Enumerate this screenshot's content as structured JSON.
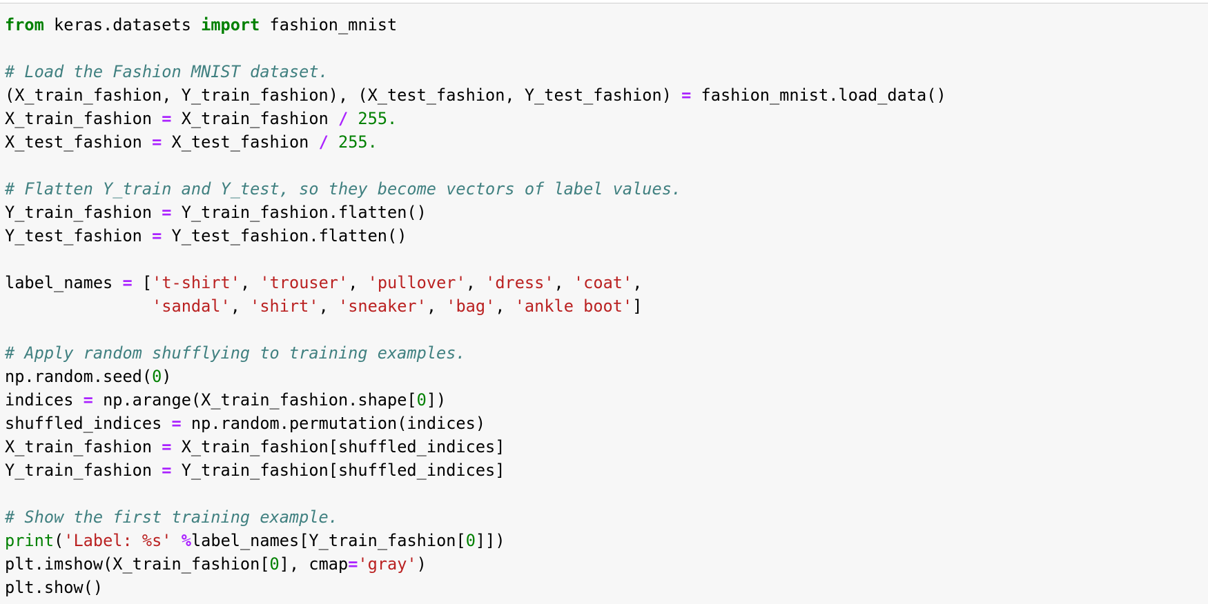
{
  "cell": {
    "lines": [
      [
        {
          "t": "from",
          "k": "keyword"
        },
        {
          "t": " keras.datasets ",
          "k": "plain"
        },
        {
          "t": "import",
          "k": "keyword"
        },
        {
          "t": " fashion_mnist",
          "k": "plain"
        }
      ],
      [],
      [
        {
          "t": "# Load the Fashion MNIST dataset.",
          "k": "comment"
        }
      ],
      [
        {
          "t": "(X_train_fashion, Y_train_fashion), (X_test_fashion, Y_test_fashion) ",
          "k": "plain"
        },
        {
          "t": "=",
          "k": "operator"
        },
        {
          "t": " fashion_mnist.load_data()",
          "k": "plain"
        }
      ],
      [
        {
          "t": "X_train_fashion ",
          "k": "plain"
        },
        {
          "t": "=",
          "k": "operator"
        },
        {
          "t": " X_train_fashion ",
          "k": "plain"
        },
        {
          "t": "/",
          "k": "operator"
        },
        {
          "t": " ",
          "k": "plain"
        },
        {
          "t": "255.",
          "k": "number"
        }
      ],
      [
        {
          "t": "X_test_fashion ",
          "k": "plain"
        },
        {
          "t": "=",
          "k": "operator"
        },
        {
          "t": " X_test_fashion ",
          "k": "plain"
        },
        {
          "t": "/",
          "k": "operator"
        },
        {
          "t": " ",
          "k": "plain"
        },
        {
          "t": "255.",
          "k": "number"
        }
      ],
      [],
      [
        {
          "t": "# Flatten Y_train and Y_test, so they become vectors of label values.",
          "k": "comment"
        }
      ],
      [
        {
          "t": "Y_train_fashion ",
          "k": "plain"
        },
        {
          "t": "=",
          "k": "operator"
        },
        {
          "t": " Y_train_fashion.flatten()",
          "k": "plain"
        }
      ],
      [
        {
          "t": "Y_test_fashion ",
          "k": "plain"
        },
        {
          "t": "=",
          "k": "operator"
        },
        {
          "t": " Y_test_fashion.flatten()",
          "k": "plain"
        }
      ],
      [],
      [
        {
          "t": "label_names ",
          "k": "plain"
        },
        {
          "t": "=",
          "k": "operator"
        },
        {
          "t": " [",
          "k": "plain"
        },
        {
          "t": "'t-shirt'",
          "k": "string"
        },
        {
          "t": ", ",
          "k": "plain"
        },
        {
          "t": "'trouser'",
          "k": "string"
        },
        {
          "t": ", ",
          "k": "plain"
        },
        {
          "t": "'pullover'",
          "k": "string"
        },
        {
          "t": ", ",
          "k": "plain"
        },
        {
          "t": "'dress'",
          "k": "string"
        },
        {
          "t": ", ",
          "k": "plain"
        },
        {
          "t": "'coat'",
          "k": "string"
        },
        {
          "t": ",",
          "k": "plain"
        }
      ],
      [
        {
          "t": "               ",
          "k": "plain"
        },
        {
          "t": "'sandal'",
          "k": "string"
        },
        {
          "t": ", ",
          "k": "plain"
        },
        {
          "t": "'shirt'",
          "k": "string"
        },
        {
          "t": ", ",
          "k": "plain"
        },
        {
          "t": "'sneaker'",
          "k": "string"
        },
        {
          "t": ", ",
          "k": "plain"
        },
        {
          "t": "'bag'",
          "k": "string"
        },
        {
          "t": ", ",
          "k": "plain"
        },
        {
          "t": "'ankle boot'",
          "k": "string"
        },
        {
          "t": "]",
          "k": "plain"
        }
      ],
      [],
      [
        {
          "t": "# Apply random shufflying to training examples.",
          "k": "comment"
        }
      ],
      [
        {
          "t": "np.random.seed(",
          "k": "plain"
        },
        {
          "t": "0",
          "k": "number"
        },
        {
          "t": ")",
          "k": "plain"
        }
      ],
      [
        {
          "t": "indices ",
          "k": "plain"
        },
        {
          "t": "=",
          "k": "operator"
        },
        {
          "t": " np.arange(X_train_fashion.shape[",
          "k": "plain"
        },
        {
          "t": "0",
          "k": "number"
        },
        {
          "t": "])",
          "k": "plain"
        }
      ],
      [
        {
          "t": "shuffled_indices ",
          "k": "plain"
        },
        {
          "t": "=",
          "k": "operator"
        },
        {
          "t": " np.random.permutation(indices)",
          "k": "plain"
        }
      ],
      [
        {
          "t": "X_train_fashion ",
          "k": "plain"
        },
        {
          "t": "=",
          "k": "operator"
        },
        {
          "t": " X_train_fashion[shuffled_indices]",
          "k": "plain"
        }
      ],
      [
        {
          "t": "Y_train_fashion ",
          "k": "plain"
        },
        {
          "t": "=",
          "k": "operator"
        },
        {
          "t": " Y_train_fashion[shuffled_indices]",
          "k": "plain"
        }
      ],
      [],
      [
        {
          "t": "# Show the first training example.",
          "k": "comment"
        }
      ],
      [
        {
          "t": "print",
          "k": "builtin"
        },
        {
          "t": "(",
          "k": "plain"
        },
        {
          "t": "'Label: %s'",
          "k": "string"
        },
        {
          "t": " ",
          "k": "plain"
        },
        {
          "t": "%",
          "k": "operator"
        },
        {
          "t": "label_names[Y_train_fashion[",
          "k": "plain"
        },
        {
          "t": "0",
          "k": "number"
        },
        {
          "t": "]])",
          "k": "plain"
        }
      ],
      [
        {
          "t": "plt.imshow(X_train_fashion[",
          "k": "plain"
        },
        {
          "t": "0",
          "k": "number"
        },
        {
          "t": "], cmap",
          "k": "plain"
        },
        {
          "t": "=",
          "k": "operator"
        },
        {
          "t": "'gray'",
          "k": "string"
        },
        {
          "t": ")",
          "k": "plain"
        }
      ],
      [
        {
          "t": "plt.show()",
          "k": "plain"
        }
      ]
    ]
  }
}
